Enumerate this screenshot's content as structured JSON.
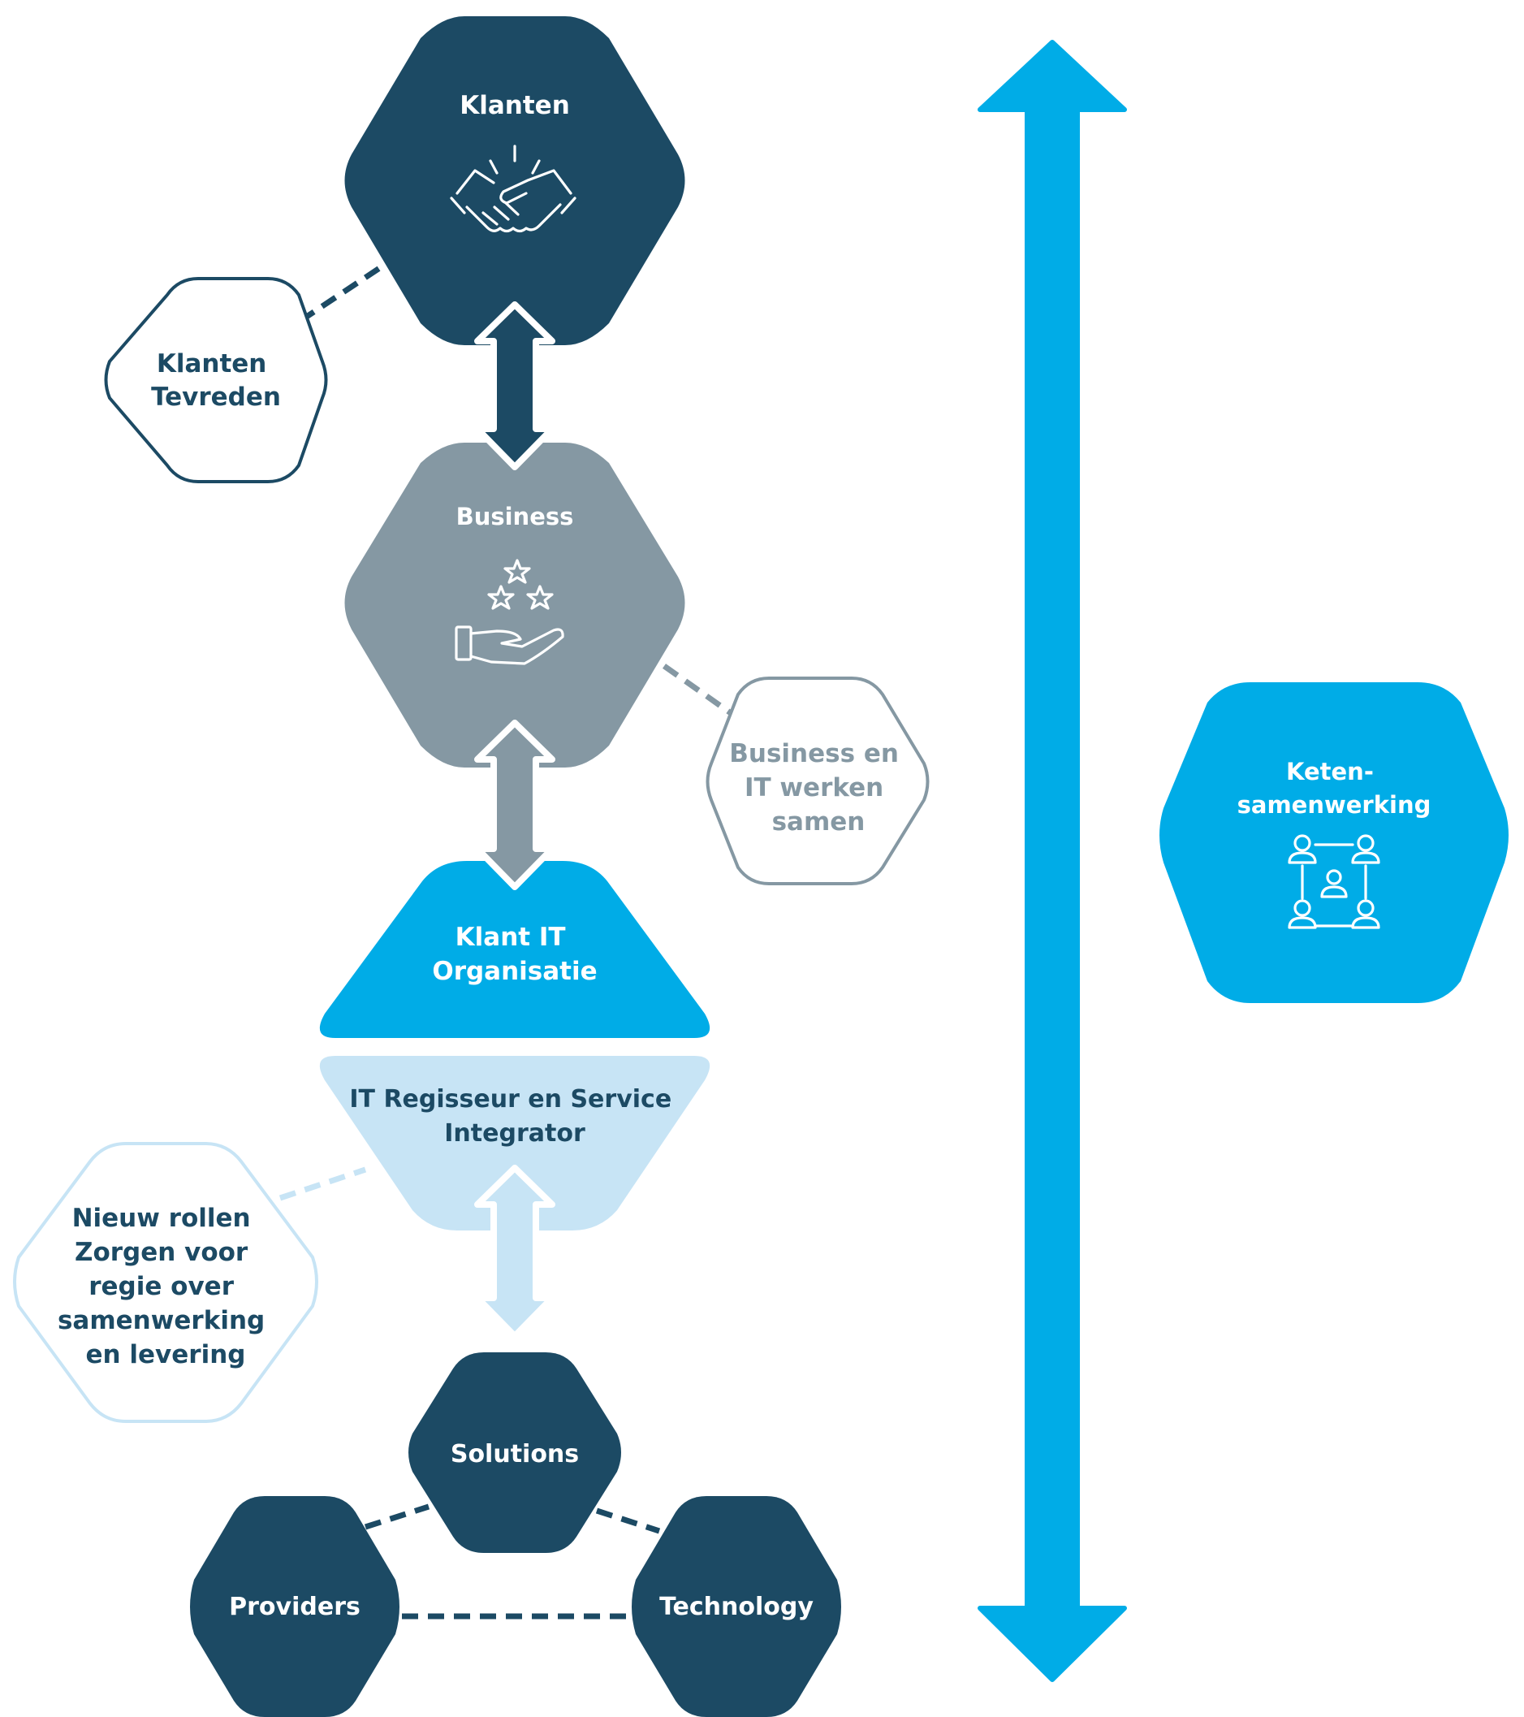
{
  "colors": {
    "navy": "#1c4a64",
    "gray": "#8598a3",
    "cyan": "#00ace7",
    "light_blue": "#c7e4f5",
    "light_outline": "#c7e4f5",
    "white": "#ffffff"
  },
  "nodes": {
    "klanten": {
      "label": "Klanten",
      "icon": "handshake-icon"
    },
    "klanten_tevreden": {
      "line1": "Klanten",
      "line2": "Tevreden"
    },
    "business": {
      "label": "Business",
      "icon": "stars-hand-icon"
    },
    "business_it": {
      "line1": "Business en",
      "line2": "IT werken",
      "line3": "samen"
    },
    "klant_it": {
      "line1": "Klant IT",
      "line2": "Organisatie"
    },
    "it_regisseur": {
      "line1": "IT Regisseur en Service",
      "line2": "Integrator"
    },
    "nieuw_rollen": {
      "line1": "Nieuw rollen",
      "line2": "Zorgen voor",
      "line3": "regie over",
      "line4": "samenwerking",
      "line5": "en levering"
    },
    "solutions": {
      "label": "Solutions"
    },
    "providers": {
      "label": "Providers"
    },
    "technology": {
      "label": "Technology"
    },
    "keten": {
      "line1": "Keten-",
      "line2": "samenwerking",
      "icon": "network-people-icon"
    }
  }
}
